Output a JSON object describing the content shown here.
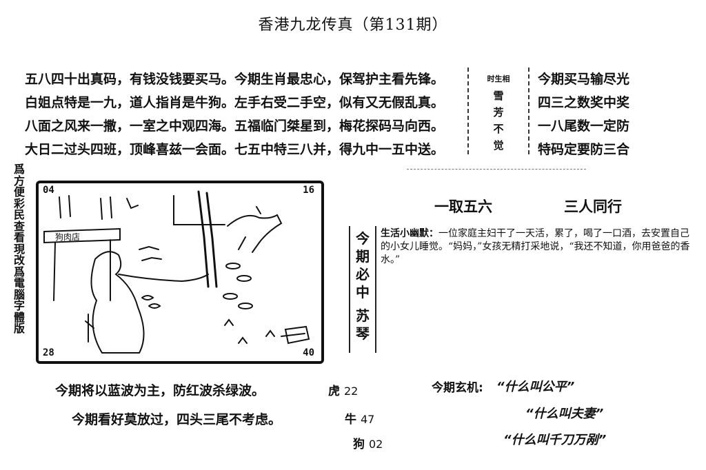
{
  "header": {
    "title": "香港九龙传真（第131期）"
  },
  "poem": {
    "lines": [
      "五八四十出真码，有钱没钱要买马。今期生肖最忠心，保驾护主看先锋。",
      "白姐点特是一九，道人指肖是牛狗。左手右受二手空，似有又无假乱真。",
      "八面之风来一撒，一室之中观四海。五福临门桀星到，梅花探码马向西。",
      "大日二过头四班，顶峰喜兹一会面。七五中特三八并，得九中一五中送。"
    ]
  },
  "vertical_box_1": {
    "chars": [
      "时生相",
      "雪",
      "芳",
      "不",
      "觉"
    ]
  },
  "right_lines": [
    "今期买马输尽光",
    "四三之数奖中奖",
    "一八尾数一定防",
    "特码定要防三合"
  ],
  "side_note": {
    "text": "爲方便彩民查看現改爲電腦字體版"
  },
  "picture": {
    "sign_text": "狗肉店",
    "numbers": {
      "top_left": "04",
      "top_right": "16",
      "bottom_left": "28",
      "bottom_right": "40"
    }
  },
  "picks": {
    "left": "一取五六",
    "right": "三人同行"
  },
  "vertical_box_2": {
    "chars": [
      "今",
      "期",
      "必",
      "中",
      "苏",
      "琴"
    ]
  },
  "joke": {
    "label": "生活小幽默：",
    "body": "一位家庭主妇干了一天活，累了，喝了一口酒，去安置自己的小女儿睡觉。“妈妈，”女孩无精打采地说，“我还不知道，你用爸爸的香水。”"
  },
  "bottom": {
    "line1": "今期将以蓝波为主，防红波杀绿波。",
    "line2": "今期看好莫放过，四头三尾不考虑。"
  },
  "zodiac_numbers": [
    {
      "animal": "虎",
      "number": "22"
    },
    {
      "animal": "牛",
      "number": "47"
    },
    {
      "animal": "狗",
      "number": "02"
    }
  ],
  "mystery": {
    "label": "今期玄机:",
    "lines": [
      "“什么叫公平”",
      "“什么叫夫妻”",
      "“什么叫千刀万剐”"
    ]
  }
}
